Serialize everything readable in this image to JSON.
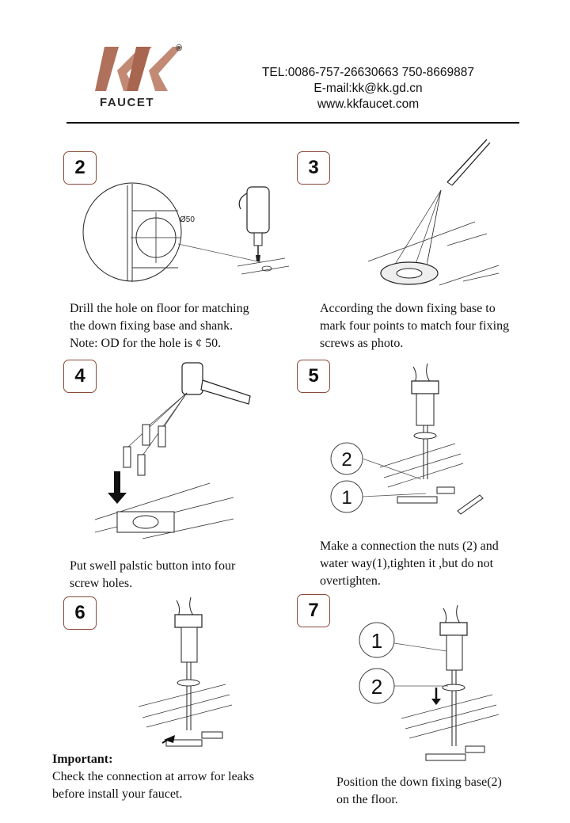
{
  "header": {
    "brand": "KK",
    "brand_word": "FAUCET",
    "registered_mark": "®",
    "tel": "TEL:0086-757-26630663 750-8669887",
    "email": "E-mail:kk@kk.gd.cn",
    "web": "www.kkfaucet.com",
    "logo_color": "#b0715c"
  },
  "steps": [
    {
      "number": "2",
      "lines": [
        "Drill the hole on floor for matching",
        "the down fixing base and shank.",
        "Note: OD for the hole is  ¢ 50."
      ],
      "diagram_label": "Ø50"
    },
    {
      "number": "3",
      "lines": [
        "According the down fixing base to",
        "mark four points to match four fixing",
        "screws as photo."
      ]
    },
    {
      "number": "4",
      "lines": [
        "Put swell palstic button into four",
        "screw holes."
      ]
    },
    {
      "number": "5",
      "lines": [
        "Make a connection the nuts (2) and",
        "water way(1),tighten it ,but do not",
        "overtighten."
      ],
      "callouts": [
        "2",
        "1"
      ]
    },
    {
      "number": "6",
      "important_title": "Important:",
      "lines": [
        "Check the connection at arrow for leaks",
        "before install your faucet."
      ]
    },
    {
      "number": "7",
      "lines": [
        "Position the down fixing base(2)",
        "on the floor."
      ],
      "callouts": [
        "1",
        "2"
      ]
    }
  ],
  "colors": {
    "step_border": "#8a4a3a",
    "ink": "#111111"
  }
}
